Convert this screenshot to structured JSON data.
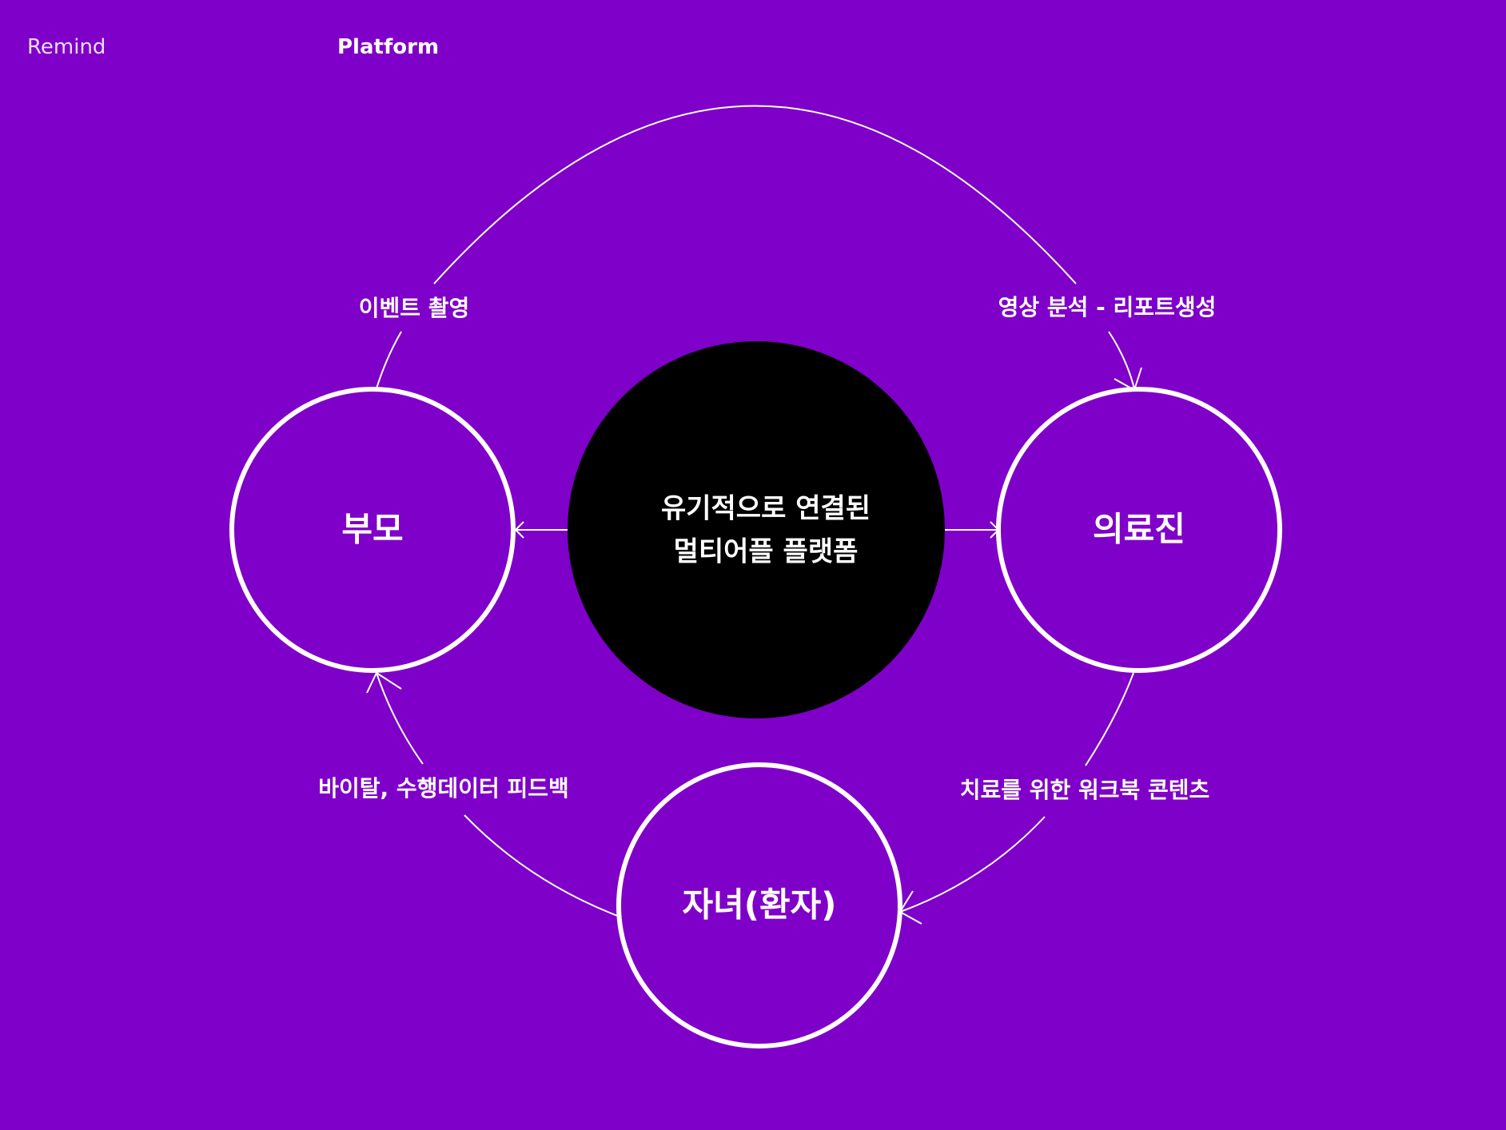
{
  "nav": {
    "remind": "Remind",
    "platform": "Platform"
  },
  "colors": {
    "background": "#7f00c8",
    "line": "#ffffff",
    "center_fill": "#000000"
  },
  "diagram": {
    "center": {
      "line1": "유기적으로 연결된",
      "line2": "멀티어플 플랫폼"
    },
    "nodes": {
      "parents": "부모",
      "medical": "의료진",
      "child": "자녀(환자)"
    },
    "edges": {
      "parents_to_medical": "영상 분석 - 리포트생성",
      "event_capture": "이벤트 촬영",
      "medical_to_child": "치료를 위한 워크북 콘텐츠",
      "child_to_parents": "바이탈, 수행데이터  피드백"
    }
  }
}
